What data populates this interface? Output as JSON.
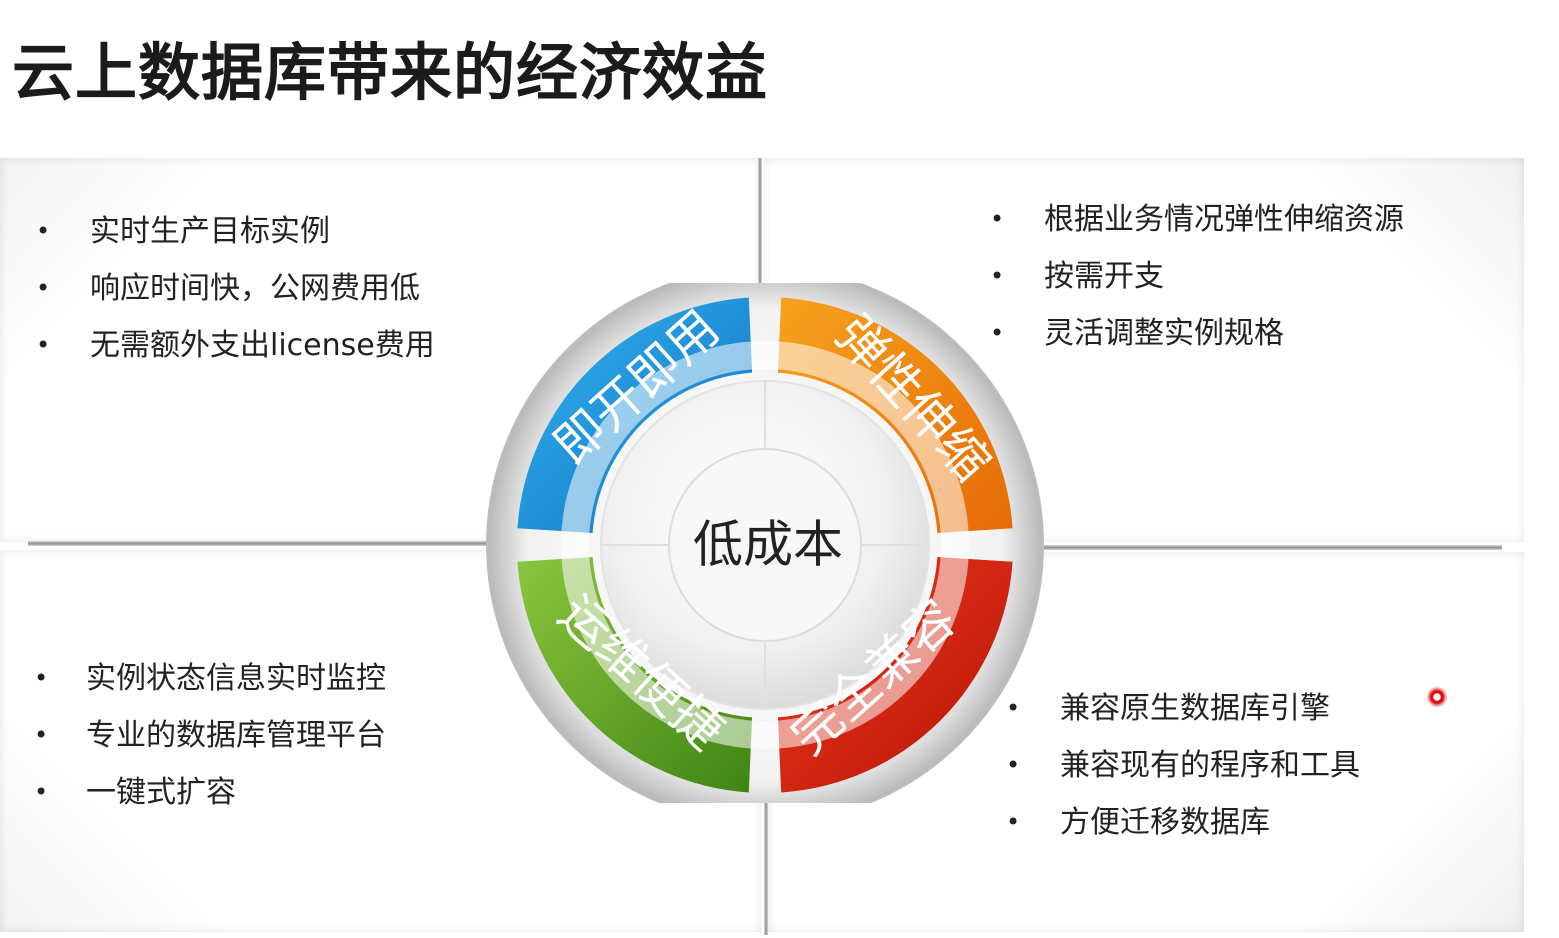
{
  "title": "云上数据库带来的经济效益",
  "center": "低成本",
  "segments": {
    "top_left": {
      "label": "即开即用",
      "color": "#1e8fd9"
    },
    "top_right": {
      "label": "弹性伸缩",
      "color": "#ef7d0a"
    },
    "bottom_left": {
      "label": "运维便捷",
      "color": "#5a9e1a"
    },
    "bottom_right": {
      "label": "完全兼容",
      "color": "#d01c10"
    }
  },
  "panels": {
    "top_left": {
      "bullets": [
        "实时生产目标实例",
        "响应时间快，公网费用低",
        "无需额外支出license费用"
      ]
    },
    "top_right": {
      "bullets": [
        "根据业务情况弹性伸缩资源",
        "按需开支",
        "灵活调整实例规格"
      ]
    },
    "bottom_left": {
      "bullets": [
        "实例状态信息实时监控",
        "专业的数据库管理平台",
        "一键式扩容"
      ]
    },
    "bottom_right": {
      "bullets": [
        "兼容原生数据库引擎",
        "兼容现有的程序和工具",
        "方便迁移数据库"
      ]
    }
  }
}
